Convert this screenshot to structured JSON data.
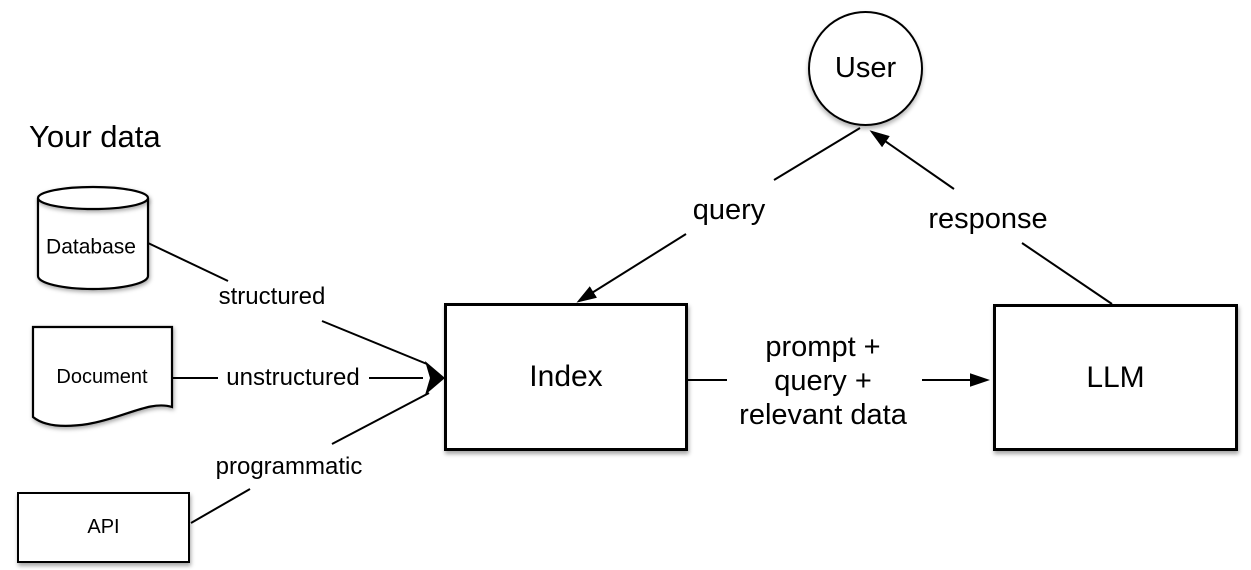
{
  "diagram": {
    "section_label": "Your data",
    "nodes": {
      "user": {
        "label": "User",
        "shape": "circle"
      },
      "database": {
        "label": "Database",
        "shape": "cylinder"
      },
      "document": {
        "label": "Document",
        "shape": "document"
      },
      "api": {
        "label": "API",
        "shape": "rectangle"
      },
      "index": {
        "label": "Index",
        "shape": "rectangle"
      },
      "llm": {
        "label": "LLM",
        "shape": "rectangle"
      }
    },
    "edges": {
      "structured": {
        "from": "database",
        "to": "index",
        "label": "structured"
      },
      "unstructured": {
        "from": "document",
        "to": "index",
        "label": "unstructured"
      },
      "programmatic": {
        "from": "api",
        "to": "index",
        "label": "programmatic"
      },
      "query": {
        "from": "user",
        "to": "index",
        "label": "query"
      },
      "index_to_llm": {
        "from": "index",
        "to": "llm",
        "label": "prompt +\nquery +\nrelevant data"
      },
      "response": {
        "from": "llm",
        "to": "user",
        "label": "response"
      }
    },
    "colors": {
      "stroke": "#000000",
      "fill": "#ffffff",
      "text": "#000000",
      "background": "#ffffff"
    }
  }
}
